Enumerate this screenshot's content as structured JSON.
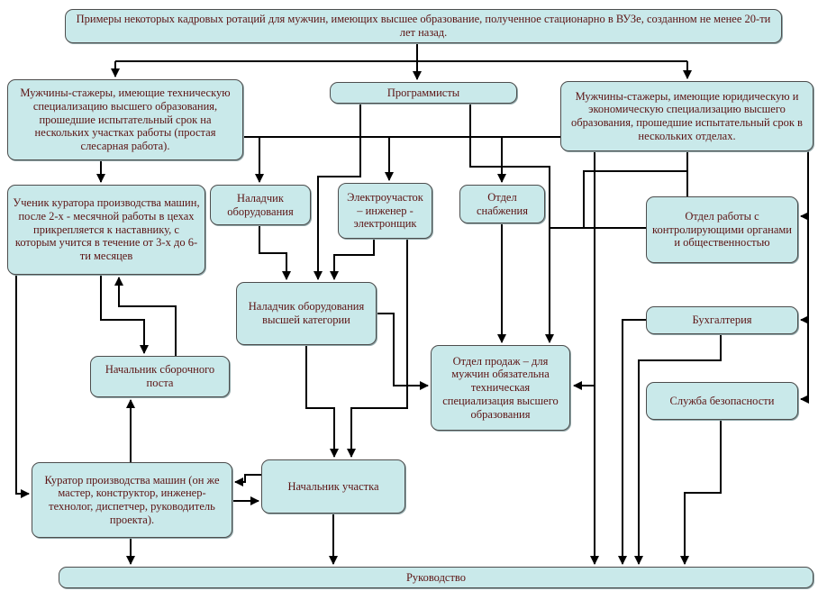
{
  "colors": {
    "box_fill": "#c9e9ea",
    "box_border": "#4d4d4d",
    "text": "#5c1313",
    "connector": "#000000"
  },
  "diagram": {
    "title": "Примеры некоторых кадровых ротаций для мужчин, имеющих высшее образование, полученное стационарно в ВУЗе, созданном не менее 20-ти лет назад.",
    "nodes": {
      "trainees_tech": "Мужчины-стажеры, имеющие техническую специализацию высшего образования, прошедшие испытательный срок на нескольких участках работы (простая слесарная работа).",
      "programmers": "Программисты",
      "trainees_law": "Мужчины-стажеры, имеющие юридическую и экономическую специализацию высшего образования, прошедшие испытательный срок в нескольких отделах.",
      "student": "Ученик куратора производства машин, после 2-х - месячной работы в цехах прикрепляется к наставнику, с которым учится в течение от 3-х до 6-ти месяцев",
      "equipment_adjuster": "Наладчик оборудования",
      "electro_section": "Электроучасток – инженер - электронщик",
      "supply_dept": "Отдел снабжения",
      "regulators_dept": "Отдел работы с контролирующими органами и общественностью",
      "adjuster_highest": "Наладчик оборудования высшей категории",
      "accounting": "Бухгалтерия",
      "sales_dept": "Отдел продаж – для мужчин обязательна техническая специализация высшего образования",
      "security_service": "Служба безопасности",
      "assembly_post_chief": "Начальник сборочного поста",
      "curator": "Куратор производства машин (он же мастер, конструктор, инженер-технолог, диспетчер, руководитель проекта).",
      "section_chief": "Начальник участка",
      "management": "Руководство"
    }
  }
}
